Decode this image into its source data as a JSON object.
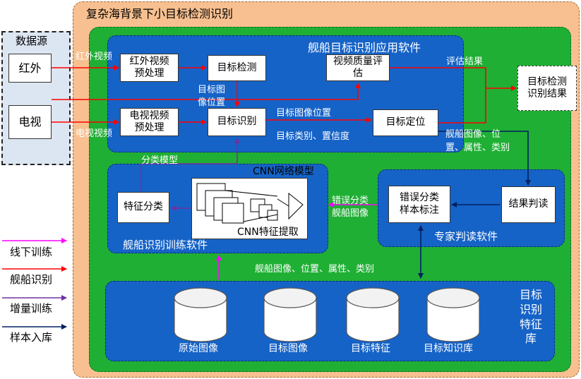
{
  "outer": {
    "title": "复杂海背景下小目标检测识别"
  },
  "source": {
    "title": "数据源",
    "infrared": "红外",
    "tv": "电视"
  },
  "app": {
    "title": "舰船目标识别应用软件",
    "ir_preprocess": "红外视频\n预处理",
    "tv_preprocess": "电视视频\n预处理",
    "target_detect": "目标检测",
    "target_recog": "目标识别",
    "video_quality": "视频质量评\n估",
    "target_locate": "目标定位"
  },
  "labels": {
    "ir_video": "红外视频",
    "tv_video": "电视视频",
    "target_img_pos": "目标图\n像位置",
    "target_image_position": "目标图像位置",
    "class_confidence": "目标类别、置信度",
    "eval_result": "评估结果",
    "ship_info": "舰船图像、位\n置、属性、类别",
    "classify_model": "分类模型",
    "wrong_class_img": "错误分类\n舰船图像",
    "db_info": "舰船图像、位置、属性、类别"
  },
  "result": {
    "label": "目标检测\n识别结果"
  },
  "training": {
    "title": "舰船识别训练软件",
    "feature_classify": "特征分类",
    "cnn_model": "CNN网络模型",
    "cnn_extract": "CNN特征提取"
  },
  "expert": {
    "title": "专家判读软件",
    "mislabel": "错误分类\n样本标注",
    "result_read": "结果判读"
  },
  "database": {
    "title": "目标\n识别\n特征\n库",
    "items": [
      "原始图像",
      "目标图像",
      "目标特征",
      "目标知识库"
    ]
  },
  "legend": {
    "items": [
      {
        "label": "线下训练",
        "color": "#FF00FF"
      },
      {
        "label": "舰船识别",
        "color": "#FF0000"
      },
      {
        "label": "增量训练",
        "color": "#7030A0"
      },
      {
        "label": "样本入库",
        "color": "#002060"
      }
    ]
  },
  "colors": {
    "orange": "#F8C090",
    "green": "#1FAF34",
    "blue": "#1663C7",
    "red": "#FF0000"
  }
}
